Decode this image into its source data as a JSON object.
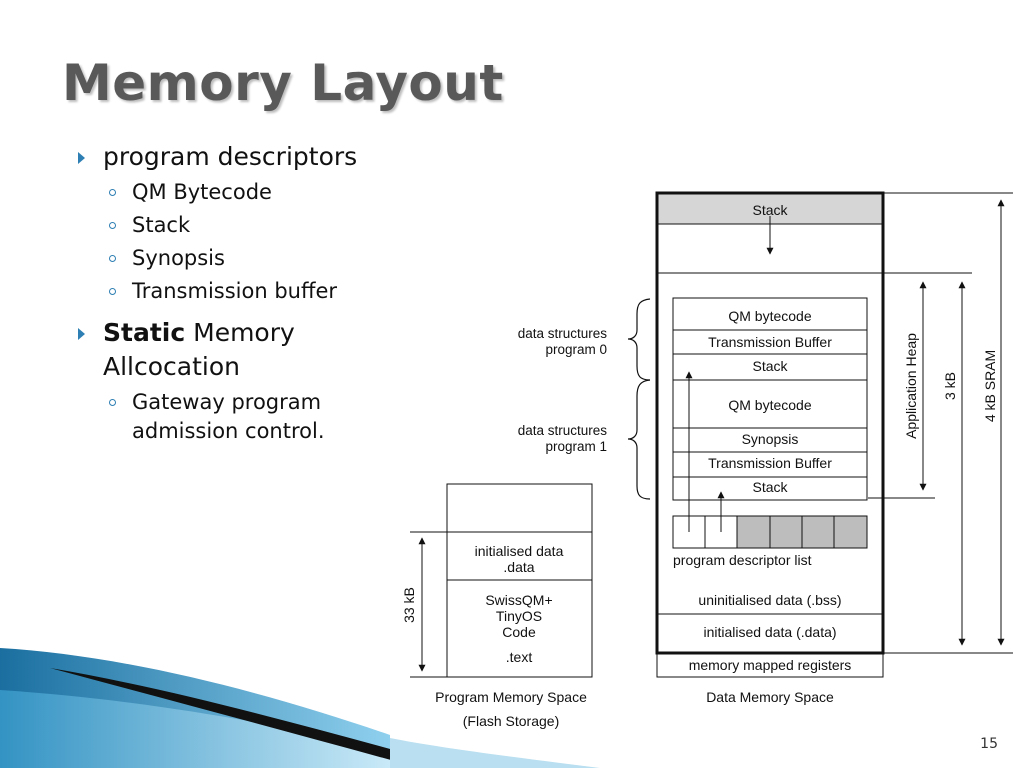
{
  "title": "Memory Layout",
  "bullets": {
    "item1": "program descriptors",
    "sub1": [
      "QM Bytecode",
      "Stack",
      "Synopsis",
      "Transmission buffer"
    ],
    "item2_bold": "Static",
    "item2_rest": " Memory Allcocation",
    "sub2": [
      "Gateway program admission control."
    ]
  },
  "diagram": {
    "data_memory": {
      "stack_top": "Stack",
      "prog0_qm": "QM bytecode",
      "prog0_tx": "Transmission Buffer",
      "prog0_stack": "Stack",
      "prog1_qm": "QM bytecode",
      "prog1_syn": "Synopsis",
      "prog1_tx": "Transmission Buffer",
      "prog1_stack": "Stack",
      "descriptor_list": "program descriptor list",
      "bss": "uninitialised data (.bss)",
      "data": "initialised data (.data)",
      "registers": "memory mapped registers",
      "caption": "Data Memory Space"
    },
    "brace_labels": {
      "prog0_line1": "data structures",
      "prog0_line2": "program 0",
      "prog1_line1": "data structures",
      "prog1_line2": "program 1"
    },
    "dimensions": {
      "heap": "Application Heap",
      "three_kb": "3 kB",
      "sram": "4 kB SRAM",
      "flash_size": "33 kB"
    },
    "program_memory": {
      "init_line1": "initialised data",
      "init_line2": ".data",
      "code_line1": "SwissQM+",
      "code_line2": "TinyOS",
      "code_line3": "Code",
      "code_line4": ".text",
      "caption_line1": "Program Memory Space",
      "caption_line2": "(Flash Storage)"
    }
  },
  "page_number": "15",
  "colors": {
    "accent": "#2e7fb3",
    "title": "#595959",
    "stack_fill": "#d6d6d6",
    "desc_fill": "#bdbdbd"
  }
}
